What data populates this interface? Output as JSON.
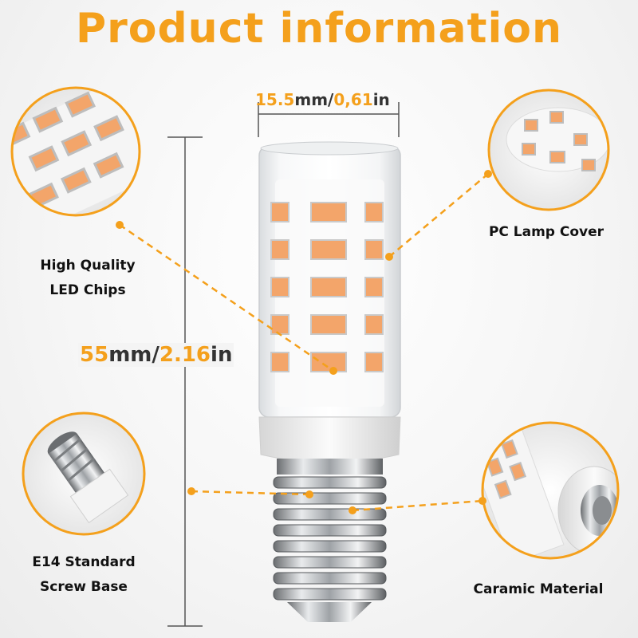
{
  "title": "Product information",
  "width_dim": {
    "value": "15.5",
    "unit1": "mm/",
    "value2": "0,61",
    "unit2": "in"
  },
  "height_dim": {
    "value": "55",
    "unit1": "mm/",
    "value2": "2.16",
    "unit2": "in"
  },
  "labels": {
    "led_line1": "High Quality",
    "led_line2": "LED Chips",
    "cover": "PC Lamp Cover",
    "base_line1": "E14 Standard",
    "base_line2": "Screw Base",
    "ceramic": "Caramic Material"
  },
  "colors": {
    "accent": "#f4a01c",
    "chip": "#f3a56a",
    "text": "#111111"
  }
}
